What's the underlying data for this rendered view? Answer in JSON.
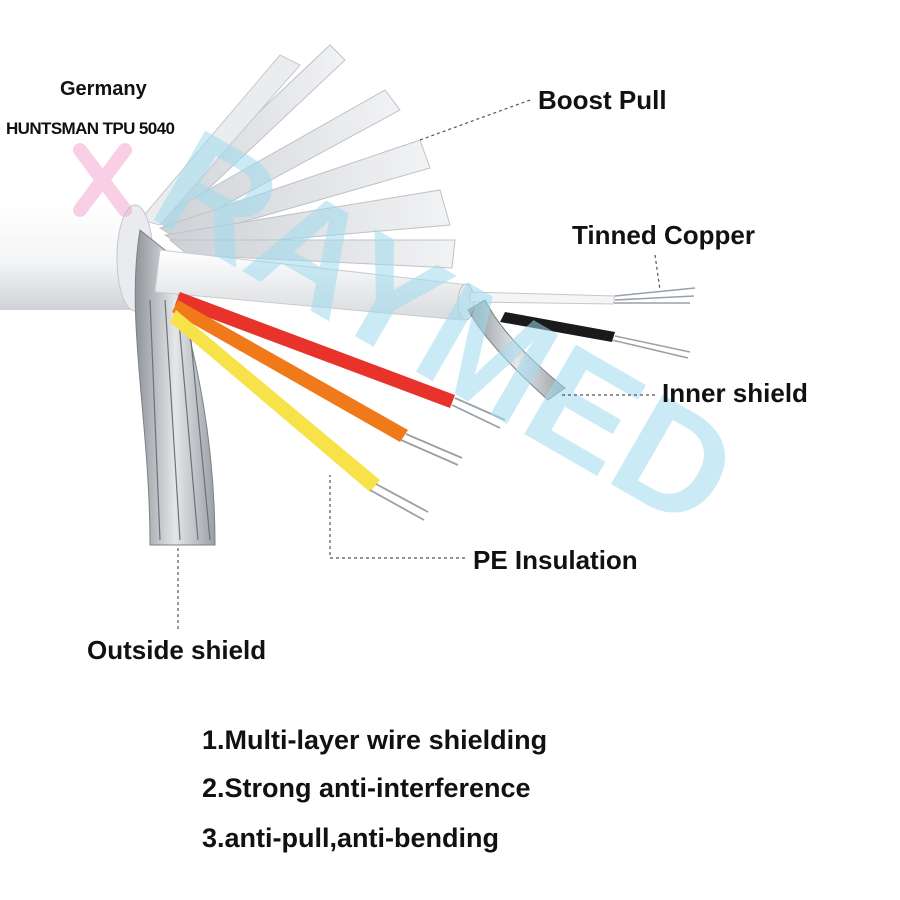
{
  "brand": {
    "origin": "Germany",
    "material": "HUNTSMAN TPU 5040",
    "watermark": "RAYMED"
  },
  "callouts": {
    "boost_pull": "Boost Pull",
    "tinned_copper": "Tinned Copper",
    "inner_shield": "Inner shield",
    "pe_insulation": "PE Insulation",
    "outside_shield": "Outside shield"
  },
  "features": [
    "1.Multi-layer wire shielding",
    "2.Strong anti-interference",
    "3.anti-pull,anti-bending"
  ],
  "colors": {
    "jacket": "#f4f5f6",
    "wire_red": "#e8332a",
    "wire_orange": "#f07a1a",
    "wire_yellow": "#f7e24a",
    "wire_black": "#1a1a1a",
    "watermark": "#9fdcef",
    "watermark_x": "#f2a8d0"
  }
}
